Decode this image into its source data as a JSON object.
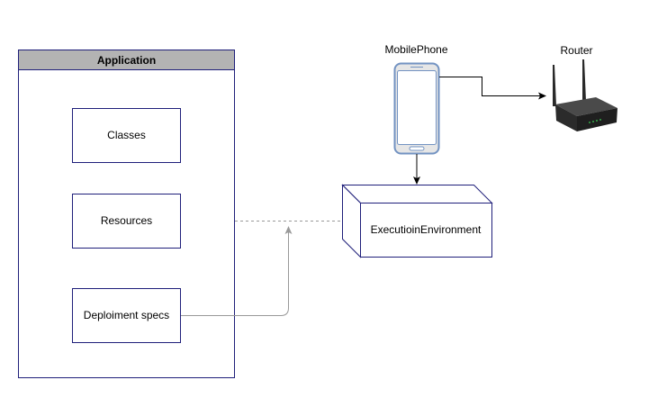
{
  "diagram": {
    "application": {
      "title": "Application"
    },
    "classes": {
      "label": "Classes"
    },
    "resources": {
      "label": "Resources"
    },
    "deployment_specs": {
      "label": "Deploiment specs"
    },
    "execution_environment": {
      "label": "ExecutioinEnvironment"
    },
    "mobile_phone": {
      "label": "MobilePhone"
    },
    "router": {
      "label": "Router"
    }
  },
  "colors": {
    "node_border": "#1f1f7a",
    "header_fill": "#b3b3b3",
    "connector_gray": "#999999",
    "arrow_black": "#000000",
    "phone_frame": "#7393c2",
    "phone_body": "#e6e6e6",
    "router_body": "#3a3a3a"
  }
}
